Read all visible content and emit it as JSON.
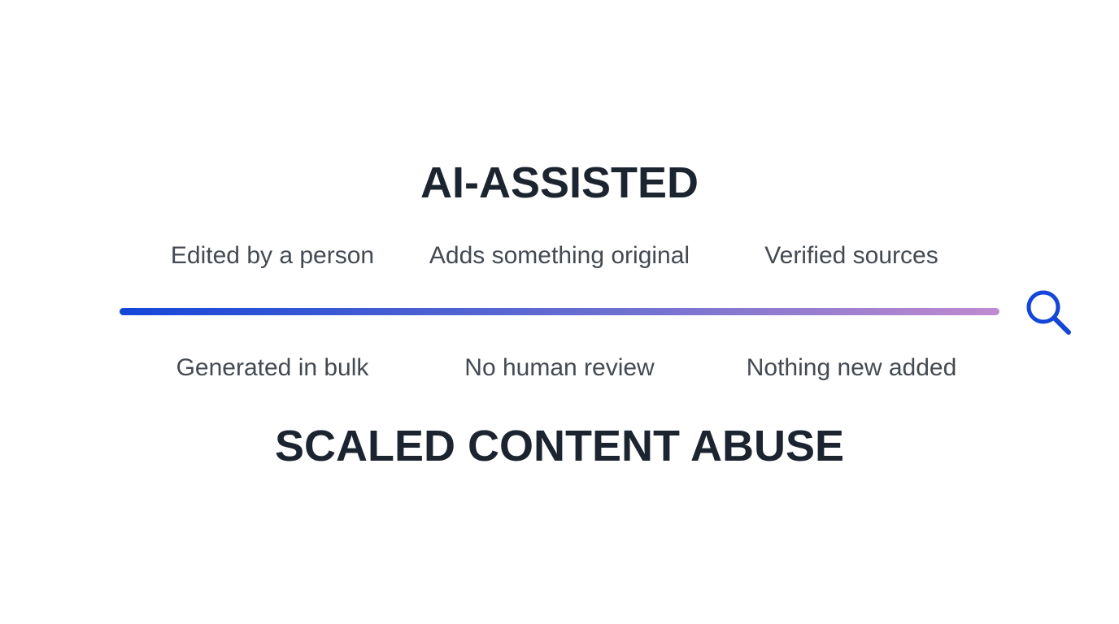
{
  "top_heading": "AI-ASSISTED",
  "bottom_heading": "SCALED CONTENT ABUSE",
  "top_traits": [
    "Edited by a person",
    "Adds something original",
    "Verified sources"
  ],
  "bottom_traits": [
    "Generated in bulk",
    "No human review",
    "Nothing new added"
  ],
  "spectrum": {
    "start_color": "#1446d8",
    "mid_color": "#6a6fd0",
    "end_color": "#c08ad0"
  },
  "icon": {
    "name": "search-icon",
    "color": "#1446d8"
  }
}
